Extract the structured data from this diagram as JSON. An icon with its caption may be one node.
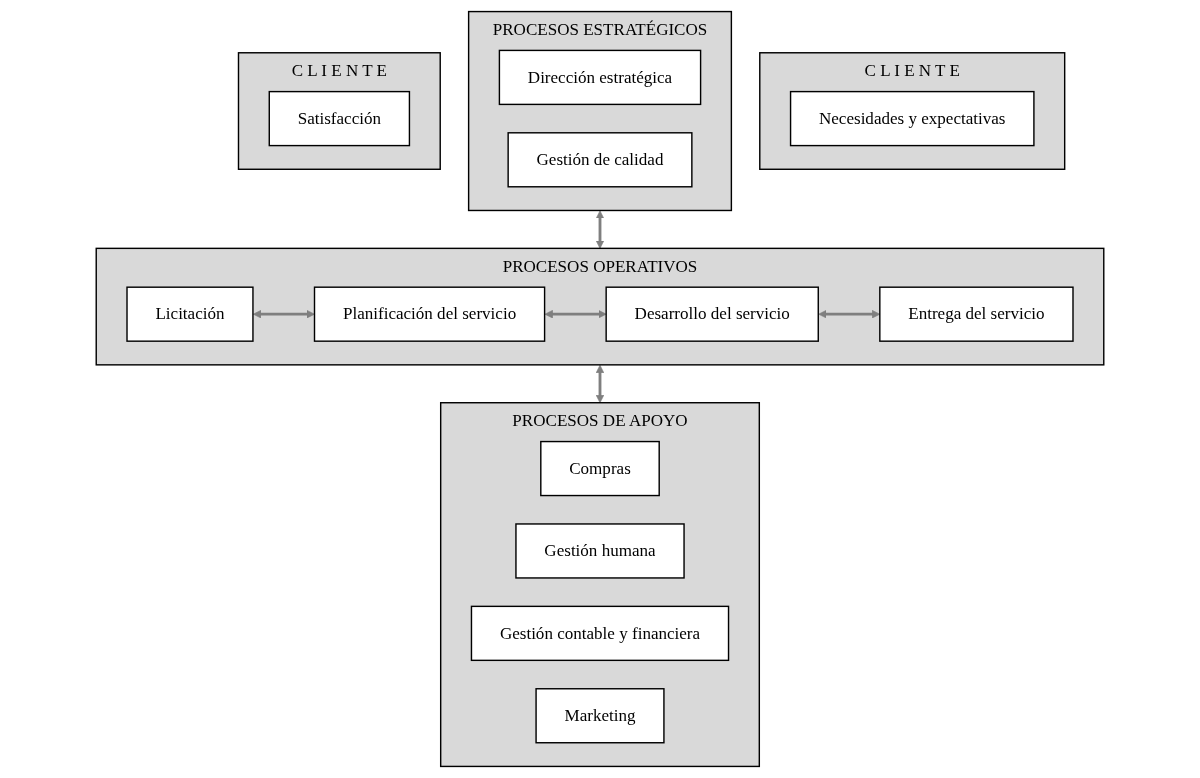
{
  "diagram": {
    "nodes": [
      {
        "text": [
          "C L I E N T E"
        ]
      },
      {
        "text": [
          "Necesidades y expectativas"
        ],
        "in": 0
      },
      {
        "text": [
          "PROCESOS ESTRATÉGICOS"
        ]
      },
      {
        "text": [
          "Dirección estratégica"
        ],
        "in": 2
      },
      {
        "text": [
          "Gestión de calidad"
        ],
        "in": 2
      },
      {
        "text": [
          "PROCESOS OPERATIVOS"
        ]
      },
      {
        "text": [
          "Licitación"
        ],
        "in": 5
      },
      {
        "text": [
          "Planificación del servicio"
        ],
        "in": 5
      },
      {
        "text": [
          "Desarrollo del servicio"
        ],
        "in": 5
      },
      {
        "text": [
          "Entrega del servicio"
        ],
        "in": 5
      },
      {
        "text": [
          "PROCESOS DE APOYO"
        ]
      },
      {
        "text": [
          "Compras"
        ],
        "in": 10
      },
      {
        "text": [
          "Gestión humana"
        ],
        "in": 10
      },
      {
        "text": [
          "Gestión contable y financiera"
        ],
        "in": 10
      },
      {
        "text": [
          "Marketing"
        ],
        "in": 10
      },
      {
        "text": [
          "C L I E N T E"
        ]
      },
      {
        "text": [
          "Satisfacción"
        ],
        "in": 15
      }
    ],
    "edges": [
      {
        "from": 2,
        "to": 5,
        "arrow": "both"
      },
      {
        "from": 5,
        "to": 10,
        "arrow": "both"
      },
      {
        "from": 6,
        "to": 7,
        "arrow": "both"
      },
      {
        "from": 7,
        "to": 8,
        "arrow": "both"
      },
      {
        "from": 8,
        "to": 9,
        "arrow": "both"
      }
    ]
  }
}
